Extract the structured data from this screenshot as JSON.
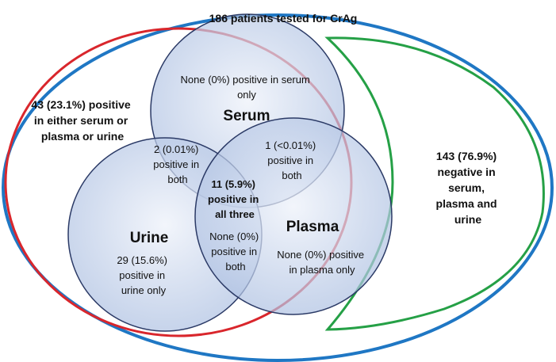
{
  "title": "186 patients tested for CrAg",
  "left_note": [
    "43 (23.1%) positive",
    "in either serum or",
    "plasma or urine"
  ],
  "right_note": [
    "143 (76.9%)",
    "negative in",
    "serum,",
    "plasma and",
    "urine"
  ],
  "circles": {
    "serum": {
      "name": "Serum",
      "only": [
        "None (0%) positive in serum",
        "only"
      ]
    },
    "urine": {
      "name": "Urine",
      "only": [
        "29 (15.6%)",
        "positive in",
        "urine only"
      ]
    },
    "plasma": {
      "name": "Plasma",
      "only": [
        "None (0%) positive",
        "in plasma only"
      ]
    }
  },
  "overlaps": {
    "serum_urine": [
      "2 (0.01%)",
      "positive in",
      "both"
    ],
    "serum_plasma": [
      "1 (<0.01%)",
      "positive in",
      "both"
    ],
    "urine_plasma": [
      "None (0%)",
      "positive in",
      "both"
    ],
    "all_three": [
      "11 (5.9%)",
      "positive in",
      "all three"
    ]
  },
  "colors": {
    "outer_ellipse": "#1f77c4",
    "positive_ellipse": "#d9262c",
    "negative_shape": "#25a046",
    "circle_fill": "#c9d7ee",
    "circle_stroke": "#2b3a66"
  }
}
